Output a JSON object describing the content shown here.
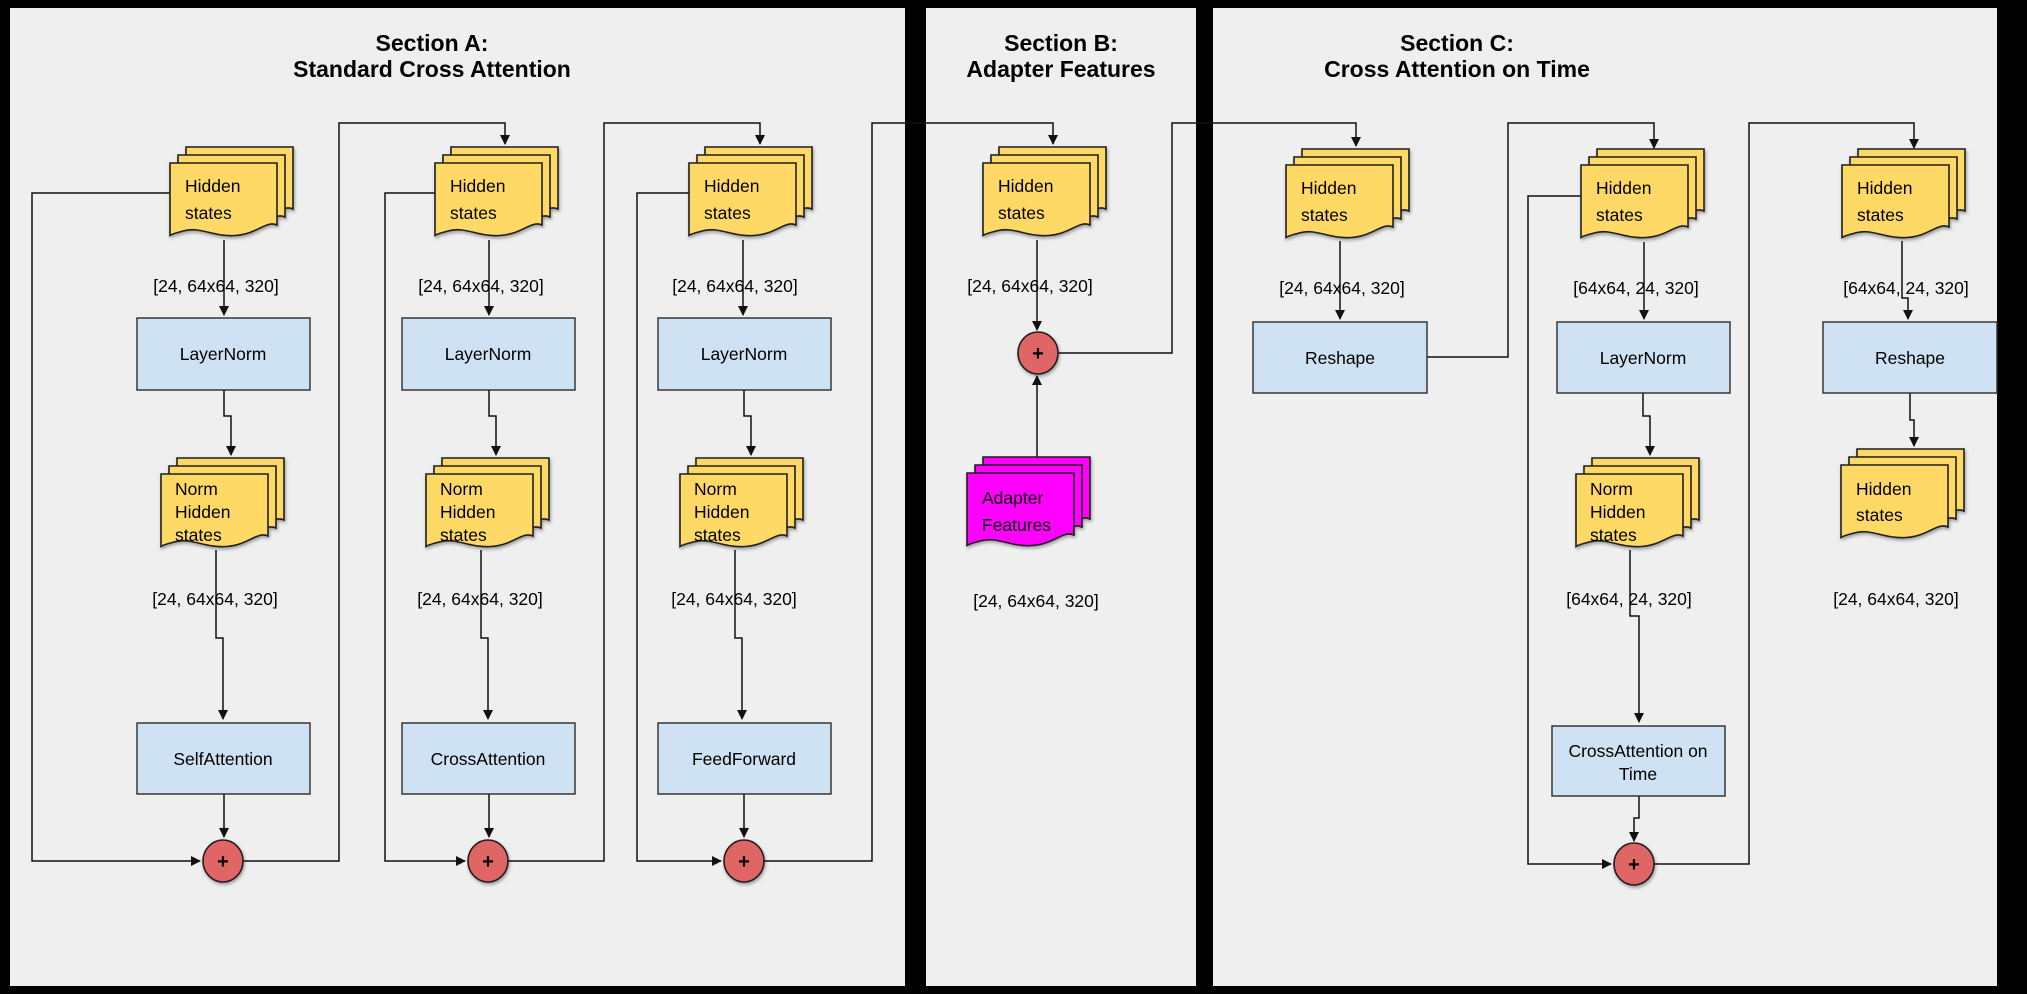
{
  "colors": {
    "canvas_bg": "#000000",
    "panel_bg": "#efefef",
    "doc_yellow": "#ffd966",
    "adapter_magenta": "#ff00ff",
    "box_blue": "#cfe2f3",
    "plus_red": "#e06666",
    "line": "#111111"
  },
  "section_a": {
    "title_line1": "Section A:",
    "title_line2": "Standard Cross Attention",
    "columns": [
      {
        "doc_line1": "Hidden",
        "doc_line2": "states",
        "dims_top": "[24, 64x64, 320]",
        "norm_box": "LayerNorm",
        "norm_doc_line1": "Norm",
        "norm_doc_line2": "Hidden",
        "norm_doc_line3": "states",
        "dims_mid": "[24, 64x64, 320]",
        "op_box": "SelfAttention",
        "plus": "+"
      },
      {
        "doc_line1": "Hidden",
        "doc_line2": "states",
        "dims_top": "[24, 64x64, 320]",
        "norm_box": "LayerNorm",
        "norm_doc_line1": "Norm",
        "norm_doc_line2": "Hidden",
        "norm_doc_line3": "states",
        "dims_mid": "[24, 64x64, 320]",
        "op_box": "CrossAttention",
        "plus": "+"
      },
      {
        "doc_line1": "Hidden",
        "doc_line2": "states",
        "dims_top": "[24, 64x64, 320]",
        "norm_box": "LayerNorm",
        "norm_doc_line1": "Norm",
        "norm_doc_line2": "Hidden",
        "norm_doc_line3": "states",
        "dims_mid": "[24, 64x64, 320]",
        "op_box": "FeedForward",
        "plus": "+"
      }
    ]
  },
  "section_b": {
    "title_line1": "Section B:",
    "title_line2": "Adapter Features",
    "doc_line1": "Hidden",
    "doc_line2": "states",
    "dims_top": "[24, 64x64, 320]",
    "plus": "+",
    "adapter_line1": "Adapter",
    "adapter_line2": "Features",
    "dims_adapter": "[24, 64x64, 320]"
  },
  "section_c": {
    "title_line1": "Section C:",
    "title_line2": "Cross Attention on Time",
    "col1": {
      "doc_line1": "Hidden",
      "doc_line2": "states",
      "dims_top": "[24, 64x64, 320]",
      "box": "Reshape"
    },
    "col2": {
      "doc_line1": "Hidden",
      "doc_line2": "states",
      "dims_top": "[64x64, 24, 320]",
      "norm_box": "LayerNorm",
      "norm_doc_line1": "Norm",
      "norm_doc_line2": "Hidden",
      "norm_doc_line3": "states",
      "dims_mid": "[64x64, 24, 320]",
      "op_box_line1": "CrossAttention on",
      "op_box_line2": "Time",
      "plus": "+"
    },
    "col3": {
      "doc_line1": "Hidden",
      "doc_line2": "states",
      "dims_top": "[64x64, 24, 320]",
      "box": "Reshape",
      "out_doc_line1": "Hidden",
      "out_doc_line2": "states",
      "dims_out": "[24, 64x64, 320]"
    }
  }
}
